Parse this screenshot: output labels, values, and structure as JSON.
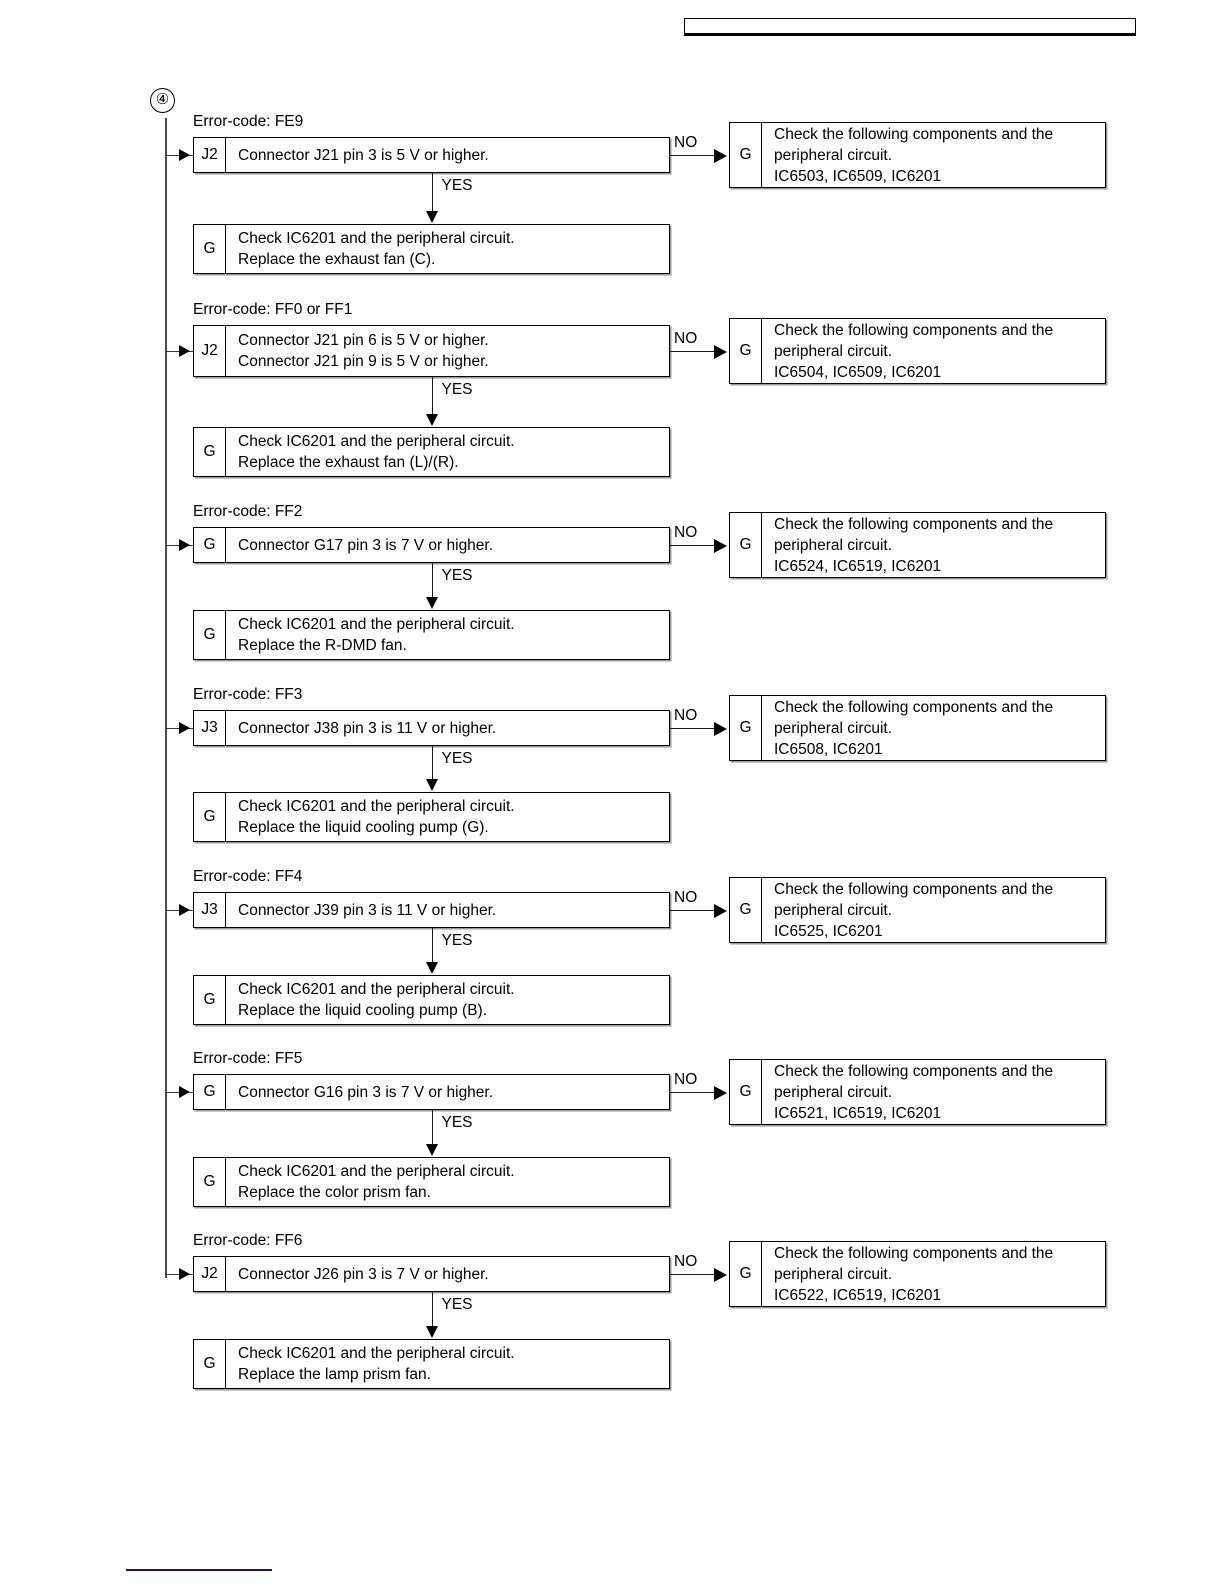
{
  "page": {
    "entry_marker": "④",
    "header_field_text": ""
  },
  "labels": {
    "yes": "YES",
    "no": "NO"
  },
  "blocks": [
    {
      "error_label": "Error-code: FE9",
      "decision": {
        "tag": "J2",
        "lines": [
          "Connector J21 pin 3 is 5 V or higher."
        ]
      },
      "action": {
        "tag": "G",
        "lines": [
          "Check IC6201 and the peripheral circuit.",
          "Replace the exhaust fan (C)."
        ]
      },
      "result": {
        "tag": "G",
        "lines": [
          "Check the following components and the",
          "peripheral circuit.",
          "IC6503, IC6509, IC6201"
        ]
      }
    },
    {
      "error_label": "Error-code: FF0 or FF1",
      "decision": {
        "tag": "J2",
        "lines": [
          "Connector J21 pin 6 is 5 V or higher.",
          "Connector J21 pin 9 is 5 V or higher."
        ]
      },
      "action": {
        "tag": "G",
        "lines": [
          "Check IC6201 and the peripheral circuit.",
          "Replace the exhaust fan (L)/(R)."
        ]
      },
      "result": {
        "tag": "G",
        "lines": [
          "Check the following components and the",
          "peripheral circuit.",
          "IC6504, IC6509, IC6201"
        ]
      }
    },
    {
      "error_label": "Error-code: FF2",
      "decision": {
        "tag": "G",
        "lines": [
          "Connector G17 pin 3 is 7 V or higher."
        ]
      },
      "action": {
        "tag": "G",
        "lines": [
          "Check IC6201 and the peripheral circuit.",
          "Replace the R-DMD fan."
        ]
      },
      "result": {
        "tag": "G",
        "lines": [
          "Check the following components and the",
          "peripheral circuit.",
          "IC6524, IC6519, IC6201"
        ]
      }
    },
    {
      "error_label": "Error-code: FF3",
      "decision": {
        "tag": "J3",
        "lines": [
          "Connector J38 pin 3 is 11 V or higher."
        ]
      },
      "action": {
        "tag": "G",
        "lines": [
          "Check IC6201 and the peripheral circuit.",
          "Replace the liquid cooling pump (G)."
        ]
      },
      "result": {
        "tag": "G",
        "lines": [
          "Check the following components and the",
          "peripheral circuit.",
          "IC6508, IC6201"
        ]
      }
    },
    {
      "error_label": "Error-code: FF4",
      "decision": {
        "tag": "J3",
        "lines": [
          "Connector J39 pin 3 is 11 V or higher."
        ]
      },
      "action": {
        "tag": "G",
        "lines": [
          "Check IC6201 and the peripheral circuit.",
          "Replace the liquid cooling pump (B)."
        ]
      },
      "result": {
        "tag": "G",
        "lines": [
          "Check the following components and the",
          "peripheral circuit.",
          "IC6525, IC6201"
        ]
      }
    },
    {
      "error_label": "Error-code: FF5",
      "decision": {
        "tag": "G",
        "lines": [
          "Connector G16 pin 3 is 7 V or higher."
        ]
      },
      "action": {
        "tag": "G",
        "lines": [
          "Check IC6201 and the peripheral circuit.",
          "Replace the color prism fan."
        ]
      },
      "result": {
        "tag": "G",
        "lines": [
          "Check the following components and the",
          "peripheral circuit.",
          "IC6521, IC6519, IC6201"
        ]
      }
    },
    {
      "error_label": "Error-code: FF6",
      "decision": {
        "tag": "J2",
        "lines": [
          "Connector J26 pin 3 is 7 V or higher."
        ]
      },
      "action": {
        "tag": "G",
        "lines": [
          "Check IC6201 and the peripheral circuit.",
          "Replace the lamp prism fan."
        ]
      },
      "result": {
        "tag": "G",
        "lines": [
          "Check the following components and the",
          "peripheral circuit.",
          "IC6522, IC6519, IC6201"
        ]
      }
    }
  ]
}
